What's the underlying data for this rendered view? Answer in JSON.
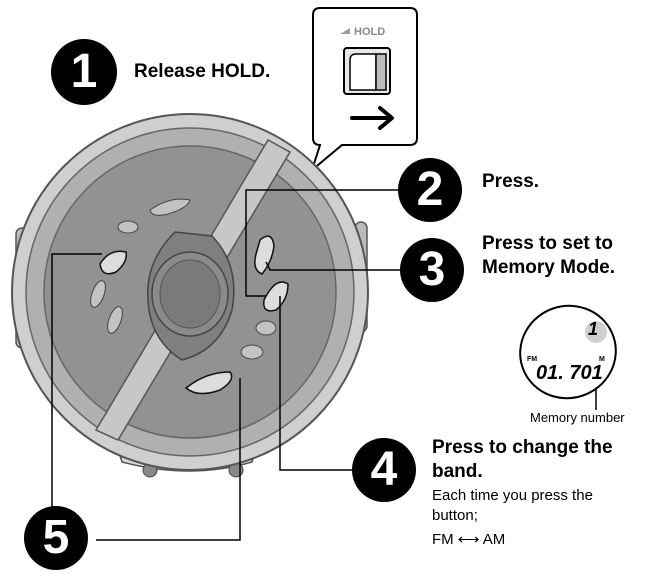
{
  "steps": [
    {
      "number": "1",
      "label": "Release HOLD."
    },
    {
      "number": "2",
      "label": "Press."
    },
    {
      "number": "3",
      "label_line1": "Press to set to",
      "label_line2": "Memory Mode."
    },
    {
      "number": "4",
      "label_line1": "Press to change the",
      "label_line2": "band.",
      "note_line1": "Each time you press the",
      "note_line2": "button;",
      "band_from": "FM",
      "band_arrow": "⟷",
      "band_to": "AM"
    },
    {
      "number": "5"
    }
  ],
  "hold_switch": {
    "label": "HOLD"
  },
  "display": {
    "memory_digit": "1",
    "band_indicator": "FM",
    "mode_indicator": "M",
    "frequency": "01. 701",
    "caption": "Memory number"
  },
  "colors": {
    "body_outer": "#cfcfcf",
    "body_ring": "#a9a9a9",
    "body_inner": "#8e8e8e",
    "lid": "#9a9a9a",
    "button_fill": "#dcdcdc",
    "badge": "#000000",
    "badge_text": "#ffffff"
  }
}
